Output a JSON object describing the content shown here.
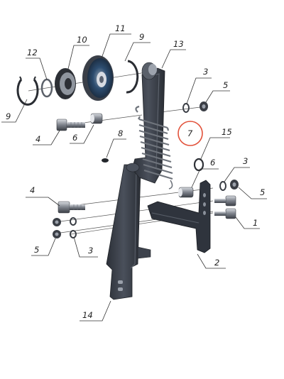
{
  "labels": {
    "l1": "1",
    "l2": "2",
    "l3a": "3",
    "l3b": "3",
    "l3c": "3",
    "l4a": "4",
    "l4b": "4",
    "l5a": "5",
    "l5b": "5",
    "l5c": "5",
    "l6a": "6",
    "l6b": "6",
    "l7": "7",
    "l8": "8",
    "l9a": "9",
    "l9b": "9",
    "l10": "10",
    "l11": "11",
    "l12": "12",
    "l13": "13",
    "l14": "14",
    "l15": "15"
  },
  "colors": {
    "metal_dark": "#3a3f4a",
    "metal_mid": "#6b707a",
    "metal_light": "#b8bcc4",
    "bearing_blue": "#2f5f8f",
    "highlight_circle": "#e2513a"
  },
  "highlighted_part": "7"
}
